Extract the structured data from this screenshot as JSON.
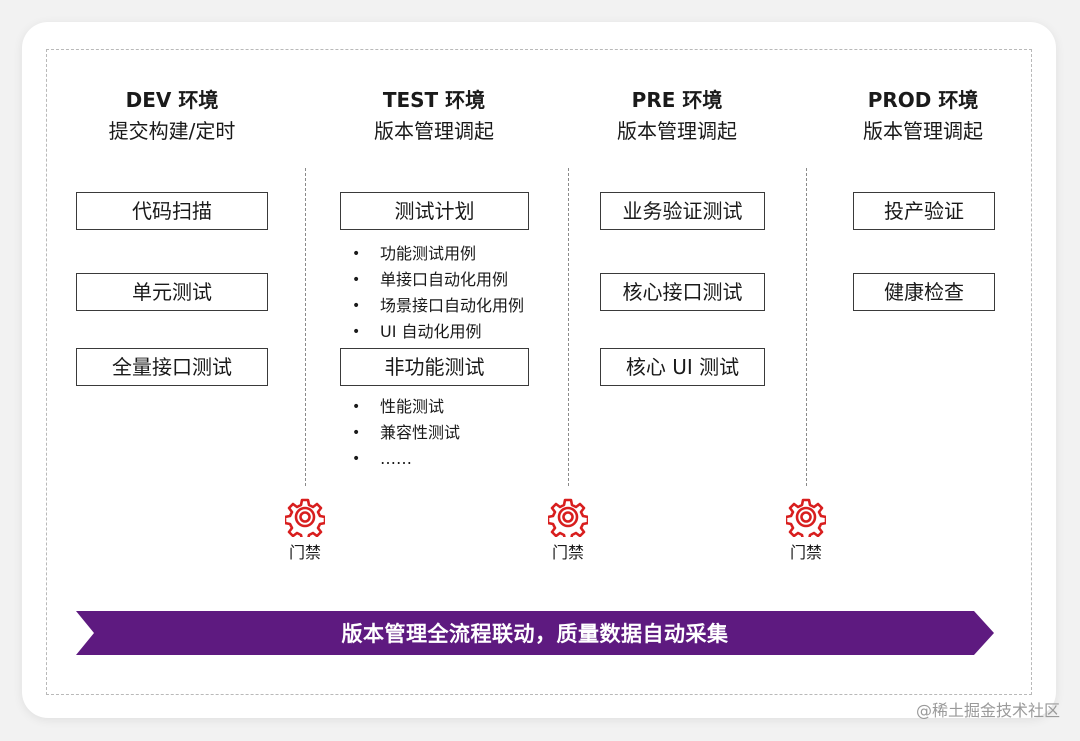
{
  "colors": {
    "accent_red": "#d81e1e",
    "banner_purple": "#5e1a80"
  },
  "columns": [
    {
      "title": "DEV 环境",
      "subtitle": "提交构建/定时",
      "boxes": [
        "代码扫描",
        "单元测试",
        "全量接口测试"
      ]
    },
    {
      "title": "TEST 环境",
      "subtitle": "版本管理调起",
      "boxes": [
        "测试计划",
        "非功能测试"
      ],
      "list1": [
        "功能测试用例",
        "单接口自动化用例",
        "场景接口自动化用例",
        "UI 自动化用例"
      ],
      "list2": [
        "性能测试",
        "兼容性测试",
        "……"
      ]
    },
    {
      "title": "PRE 环境",
      "subtitle": "版本管理调起",
      "boxes": [
        "业务验证测试",
        "核心接口测试",
        "核心 UI 测试"
      ]
    },
    {
      "title": "PROD 环境",
      "subtitle": "版本管理调起",
      "boxes": [
        "投产验证",
        "健康检查"
      ]
    }
  ],
  "gates": [
    {
      "label": "门禁",
      "icon": "gear-icon"
    },
    {
      "label": "门禁",
      "icon": "gear-icon"
    },
    {
      "label": "门禁",
      "icon": "gear-icon"
    }
  ],
  "banner": {
    "text": "版本管理全流程联动，质量数据自动采集"
  },
  "watermark": "@稀土掘金技术社区"
}
